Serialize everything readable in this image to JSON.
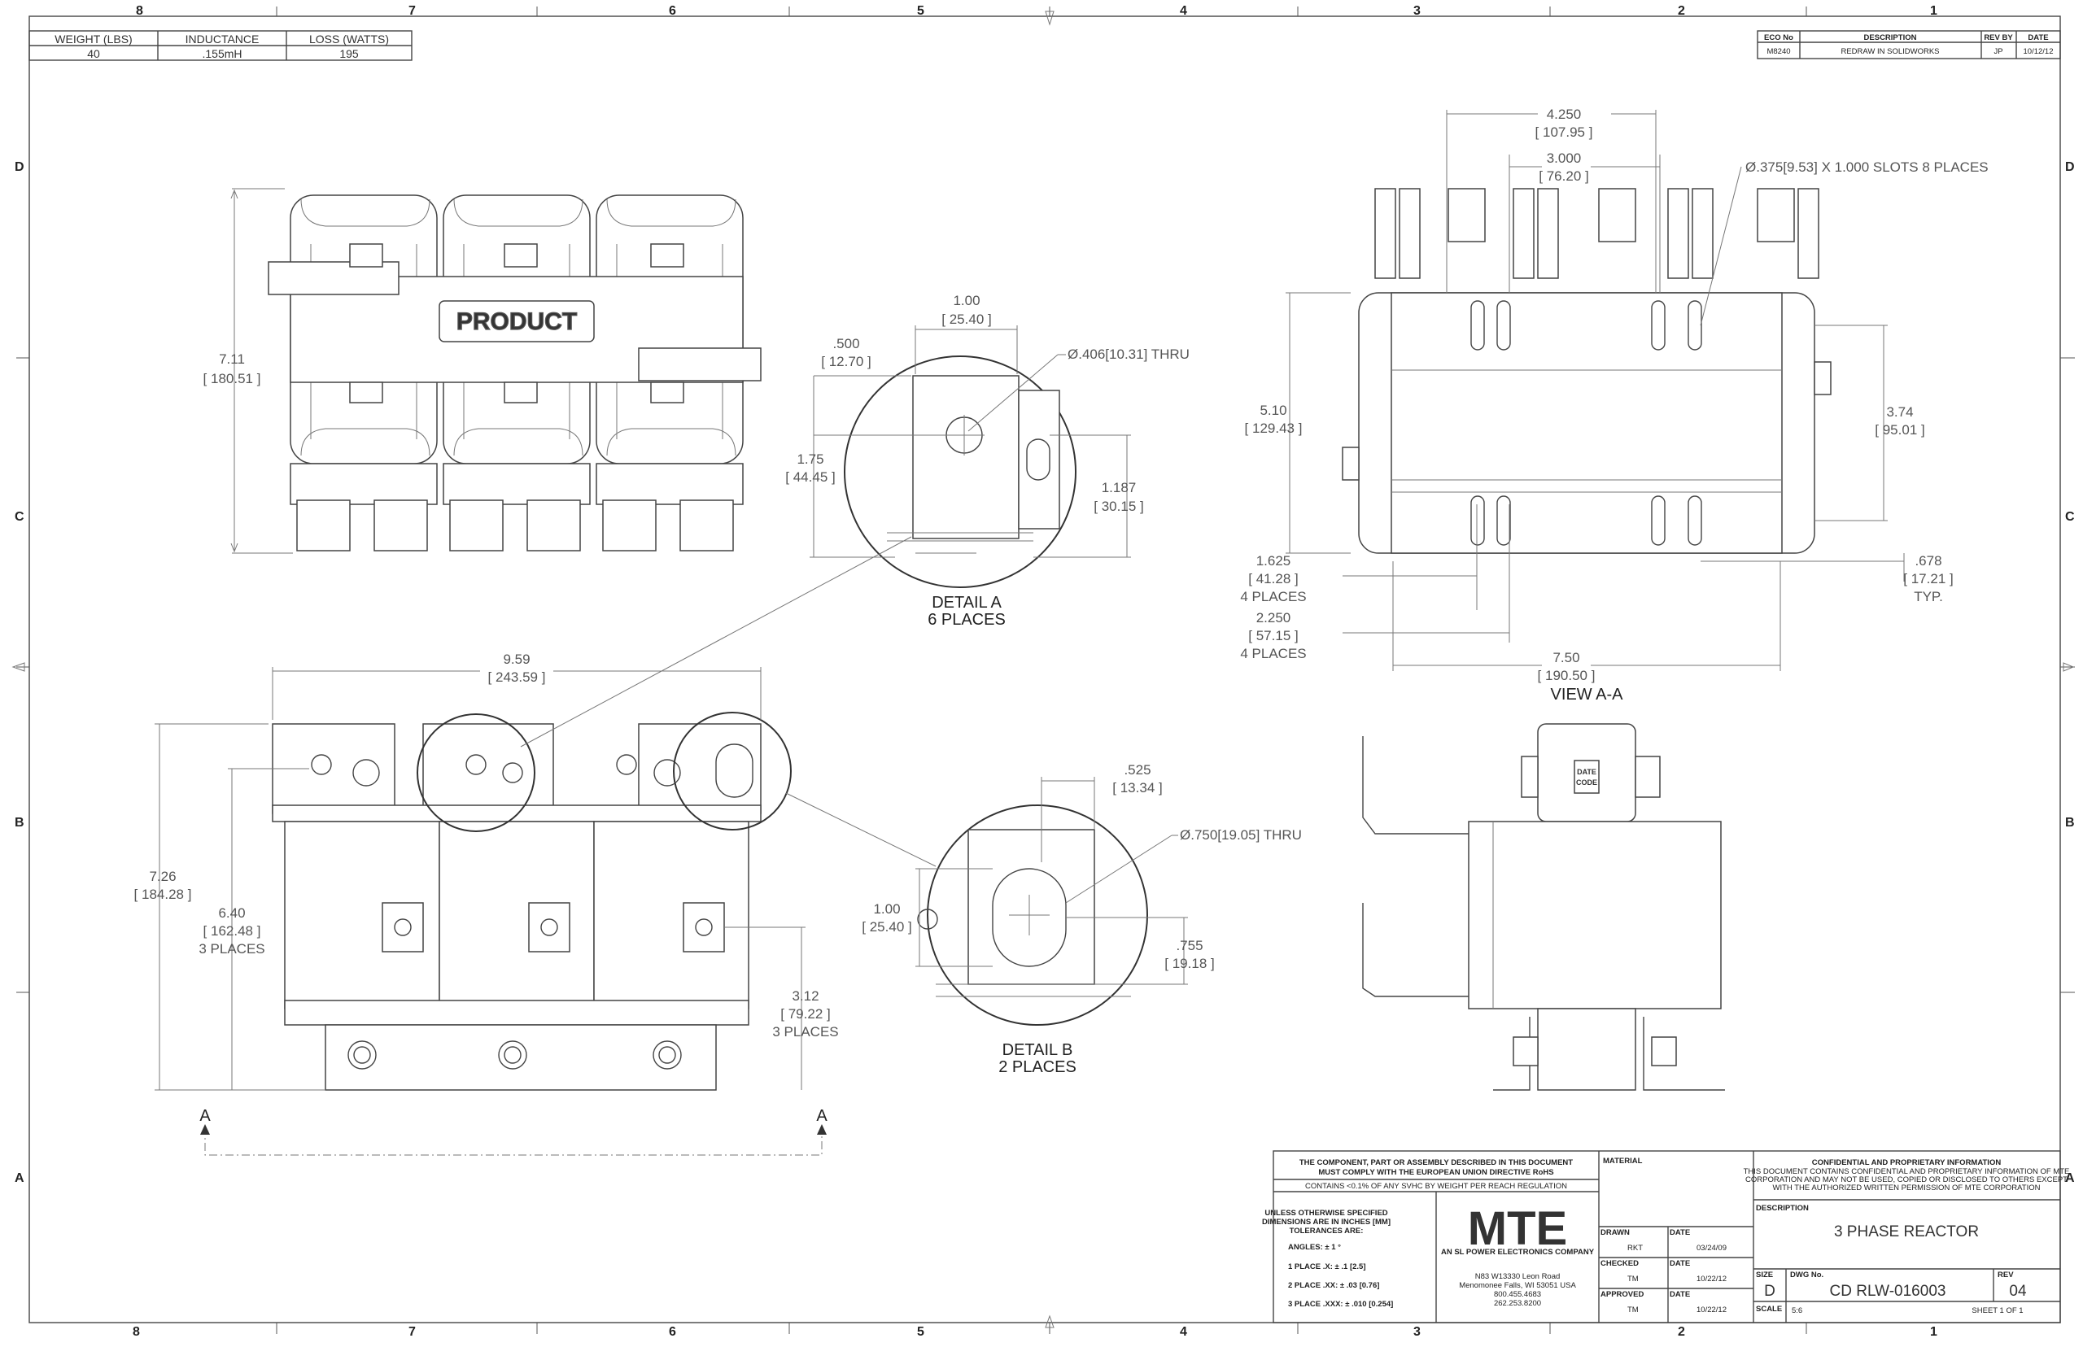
{
  "zones_top": [
    "8",
    "7",
    "6",
    "5",
    "4",
    "3",
    "2",
    "1"
  ],
  "zones_side": [
    "D",
    "C",
    "B",
    "A"
  ],
  "specs": {
    "headers": [
      "WEIGHT (LBS)",
      "INDUCTANCE",
      "LOSS (WATTS)"
    ],
    "values": [
      "40",
      ".155mH",
      "195"
    ]
  },
  "revision": {
    "headers": [
      "ECO No",
      "DESCRIPTION",
      "REV BY",
      "DATE"
    ],
    "values": [
      "M8240",
      "REDRAW IN SOLIDWORKS",
      "JP",
      "10/12/12"
    ]
  },
  "front_view": {
    "product_label": "PRODUCT",
    "height_in": "7.11",
    "height_mm": "180.51"
  },
  "detail_a": {
    "title": "DETAIL A",
    "places": "6 PLACES",
    "dims": [
      {
        "in": "1.00",
        "mm": "25.40"
      },
      {
        "in": ".500",
        "mm": "12.70"
      },
      {
        "in": "1.75",
        "mm": "44.45"
      },
      {
        "in": "1.187",
        "mm": "30.15"
      }
    ],
    "hole_note": "Ø.406[10.31] THRU"
  },
  "top_view": {
    "width_in": "9.59",
    "width_mm": "243.59",
    "h1_in": "7.26",
    "h1_mm": "184.28",
    "h2_in": "6.40",
    "h2_mm": "162.48",
    "h2_places": "3 PLACES",
    "h3_in": "3.12",
    "h3_mm": "79.22",
    "h3_places": "3 PLACES",
    "section_a": "A"
  },
  "detail_b": {
    "title": "DETAIL B",
    "places": "2 PLACES",
    "dims": [
      {
        "in": ".525",
        "mm": "13.34"
      },
      {
        "in": "1.00",
        "mm": "25.40"
      },
      {
        "in": ".755",
        "mm": "19.18"
      }
    ],
    "hole_note": "Ø.750[19.05] THRU"
  },
  "view_aa": {
    "title": "VIEW A-A",
    "dims": [
      {
        "in": "4.250",
        "mm": "107.95"
      },
      {
        "in": "3.000",
        "mm": "76.20"
      },
      {
        "in": "5.10",
        "mm": "129.43"
      },
      {
        "in": "3.74",
        "mm": "95.01"
      },
      {
        "in": "1.625",
        "mm": "41.28",
        "note": "4 PLACES"
      },
      {
        "in": "2.250",
        "mm": "57.15",
        "note": "4 PLACES"
      },
      {
        "in": ".678",
        "mm": "17.21",
        "note": "TYP."
      },
      {
        "in": "7.50",
        "mm": "190.50"
      }
    ],
    "slot_note": "Ø.375[9.53] X 1.000 SLOTS 8 PLACES"
  },
  "side_view": {
    "date_code_1": "DATE",
    "date_code_2": "CODE"
  },
  "title_block": {
    "compliance_1": "THE COMPONENT, PART OR ASSEMBLY DESCRIBED IN THIS DOCUMENT",
    "compliance_2": "MUST COMPLY WITH THE EUROPEAN UNION DIRECTIVE RoHS",
    "reach": "CONTAINS <0.1% OF ANY SVHC BY WEIGHT PER REACH REGULATION",
    "tol_1": "UNLESS OTHERWISE SPECIFIED",
    "tol_2": "DIMENSIONS ARE IN INCHES [MM]",
    "tol_3": "TOLERANCES ARE:",
    "angles": "ANGLES: ± 1 °",
    "place1": "1 PLACE .X: ± .1 [2.5]",
    "place2": "2 PLACE .XX: ± .03 [0.76]",
    "place3": "3 PLACE .XXX: ± .010 [0.254]",
    "logo": "MTE",
    "logo_sub": "AN SL POWER ELECTRONICS COMPANY",
    "address_1": "N83 W13330 Leon Road",
    "address_2": "Menomonee Falls, WI 53051 USA",
    "phone_1": "800.455.4683",
    "phone_2": "262.253.8200",
    "material": "MATERIAL",
    "drawn_label": "DRAWN",
    "drawn_by": "RKT",
    "drawn_date": "03/24/09",
    "checked_label": "CHECKED",
    "checked_by": "TM",
    "checked_date": "10/22/12",
    "approved_label": "APPROVED",
    "approved_by": "TM",
    "approved_date": "10/22/12",
    "date_label": "DATE",
    "conf_title": "CONFIDENTIAL AND PROPRIETARY INFORMATION",
    "conf_1": "THIS DOCUMENT CONTAINS CONFIDENTIAL AND PROPRIETARY INFORMATION OF MTE",
    "conf_2": "CORPORATION AND MAY NOT BE USED, COPIED OR DISCLOSED TO OTHERS EXCEPT",
    "conf_3": "WITH THE AUTHORIZED WRITTEN PERMISSION OF MTE CORPORATION",
    "desc_label": "DESCRIPTION",
    "description": "3 PHASE REACTOR",
    "size_label": "SIZE",
    "size": "D",
    "dwg_label": "DWG No.",
    "dwg_no": "CD RLW-016003",
    "rev_label": "REV",
    "rev": "04",
    "scale_label": "SCALE",
    "scale": "5:6",
    "sheet": "SHEET 1 OF 1"
  }
}
